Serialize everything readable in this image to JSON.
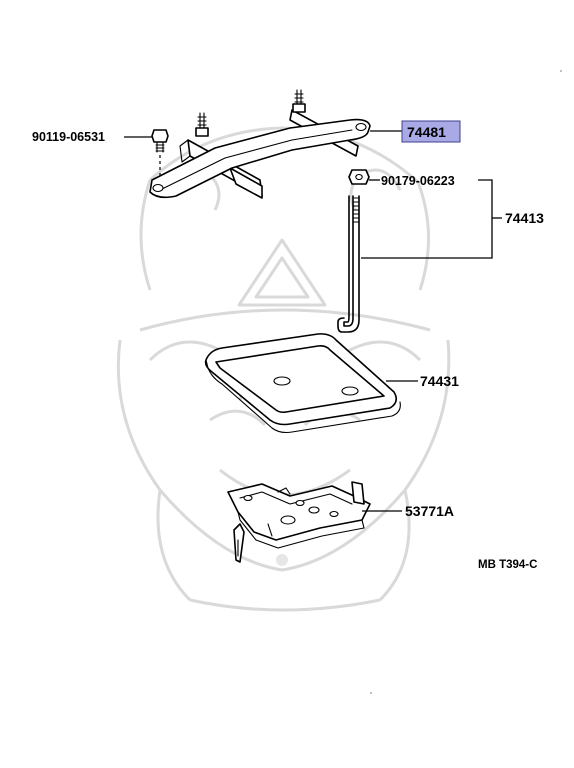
{
  "diagram": {
    "highlight_color": "#a9a9e6",
    "callouts": {
      "bracket_bolt": "90119-06531",
      "clamp": "74481",
      "nut": "90179-06223",
      "rod_group": "74413",
      "tray": "74431",
      "carrier": "53771A"
    },
    "reference_code": "MB T394-C"
  }
}
